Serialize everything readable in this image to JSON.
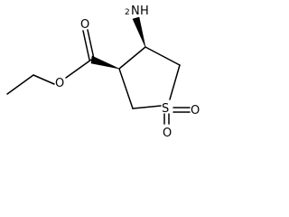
{
  "molecule": {
    "atoms": {
      "amino_N": "N",
      "amino_H": "H",
      "amino_H_count": "2",
      "ester_carbonyl_O": "O",
      "ester_ether_O": "O",
      "ring_S": "S",
      "sulfonyl_O1": "O",
      "sulfonyl_O2": "O"
    }
  }
}
